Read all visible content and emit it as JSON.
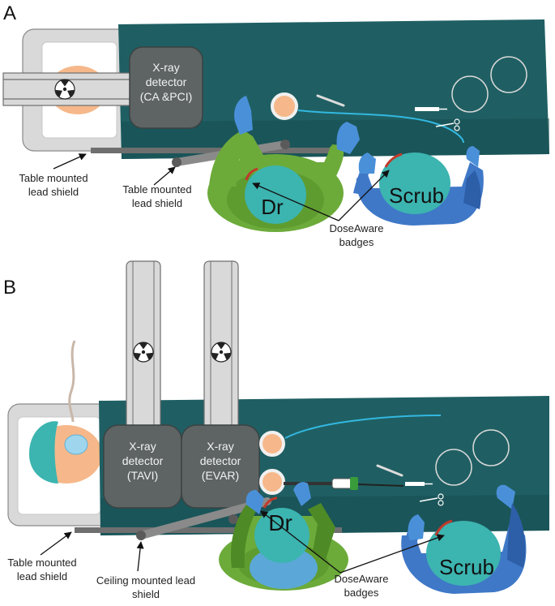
{
  "colors": {
    "drape": "#1f5f63",
    "drape_dark": "#164b4f",
    "table": "#d9d9d9",
    "table_edge": "#8a8a8a",
    "detector": "#5e6464",
    "detector_edge": "#3c4242",
    "doctor_gown": "#6cab3a",
    "doctor_gown_dark": "#4e8a25",
    "scrub_gown": "#3f78c7",
    "scrub_gown_dark": "#2d5ea8",
    "cap": "#3cb4b0",
    "glove": "#4a90d9",
    "skin": "#f6b88a",
    "badge": "#c0392b",
    "wire": "#33b8e0",
    "shield": "#7a7a7a"
  },
  "panel_a": {
    "letter": "A",
    "detector": [
      "X-ray",
      "detector",
      "(CA &PCI)"
    ],
    "label_table_shield_1": [
      "Table mounted",
      "lead shield"
    ],
    "label_table_shield_2": [
      "Table mounted",
      "lead shield"
    ],
    "doctor": "Dr",
    "scrub": "Scrub",
    "badges": [
      "DoseAware",
      "badges"
    ]
  },
  "panel_b": {
    "letter": "B",
    "detector_1": [
      "X-ray",
      "detector",
      "(TAVI)"
    ],
    "detector_2": [
      "X-ray",
      "detector",
      "(EVAR)"
    ],
    "label_table_shield": [
      "Table mounted",
      "lead shield"
    ],
    "label_ceiling_shield": [
      "Ceiling mounted lead",
      "shield"
    ],
    "doctor": "Dr",
    "scrub": "Scrub",
    "badges": [
      "DoseAware",
      "badges"
    ]
  },
  "icons": [
    "radiation-icon",
    "syringe-icon",
    "scissors-icon",
    "scalpel-icon",
    "wire-loop-icon"
  ]
}
